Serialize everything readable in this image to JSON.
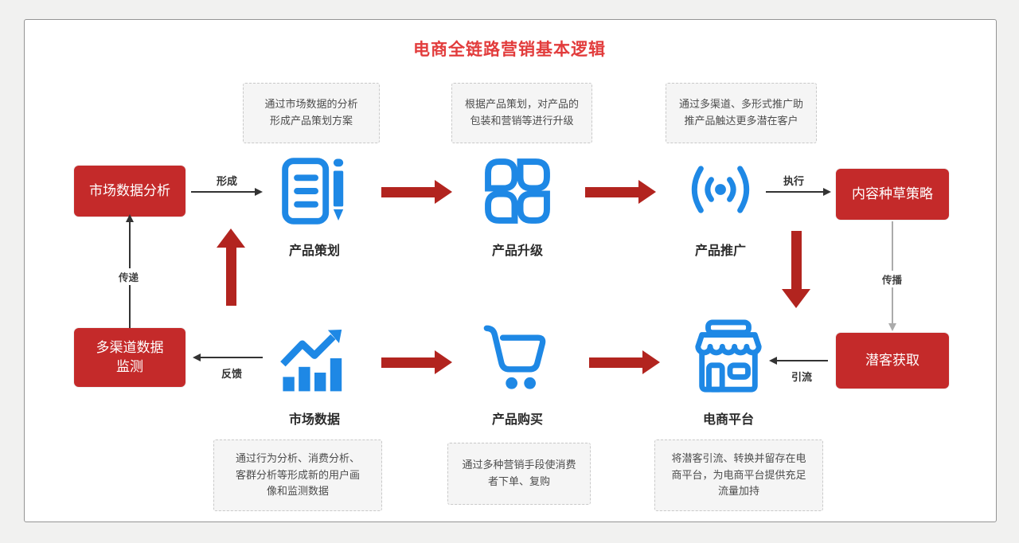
{
  "title": "电商全链路营销基本逻辑",
  "red_boxes": {
    "market_analysis": "市场数据分析",
    "channel_monitor": "多渠道数据\n监测",
    "content_seeding": "内容种草策略",
    "lead_acquisition": "潜客获取"
  },
  "icon_nodes": {
    "planning": {
      "label": "产品策划",
      "icon": "document-pencil-icon"
    },
    "upgrade": {
      "label": "产品升级",
      "icon": "clover-icon"
    },
    "promotion": {
      "label": "产品推广",
      "icon": "broadcast-icon"
    },
    "market_data": {
      "label": "市场数据",
      "icon": "bar-chart-icon"
    },
    "purchase": {
      "label": "产品购买",
      "icon": "shopping-cart-icon"
    },
    "platform": {
      "label": "电商平台",
      "icon": "storefront-icon"
    }
  },
  "notes": {
    "planning_note": "通过市场数据的分析\n形成产品策划方案",
    "upgrade_note": "根据产品策划，对产品的\n包装和营销等进行升级",
    "promotion_note": "通过多渠道、多形式推广助\n推产品触达更多潜在客户",
    "market_data_note": "通过行为分析、消费分析、\n客群分析等形成新的用户画\n像和监测数据",
    "purchase_note": "通过多种营销手段使消费\n者下单、复购",
    "platform_note": "将潜客引流、转换并留存在电\n商平台，为电商平台提供充足\n流量加持"
  },
  "arrow_labels": {
    "form": "形成",
    "execute": "执行",
    "transmit": "传递",
    "spread": "传播",
    "feedback": "反馈",
    "divert": "引流"
  },
  "colors": {
    "title_red": "#E23C3C",
    "box_red": "#C42A2A",
    "arrow_red": "#B2241F",
    "icon_blue": "#1E88E5",
    "muted_arrow_gray": "#ABABAB"
  }
}
